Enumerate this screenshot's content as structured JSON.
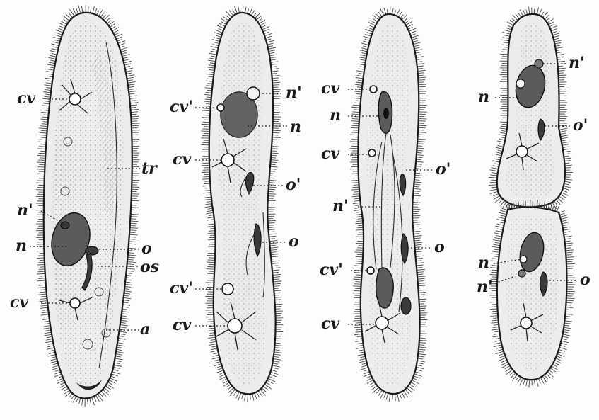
{
  "figure": {
    "labels": {
      "cv": "cv",
      "cv_prime": "cv'",
      "n": "n",
      "n_prime": "n'",
      "o": "o",
      "o_prime": "o'",
      "os": "os",
      "tr": "tr",
      "a": "a"
    }
  }
}
